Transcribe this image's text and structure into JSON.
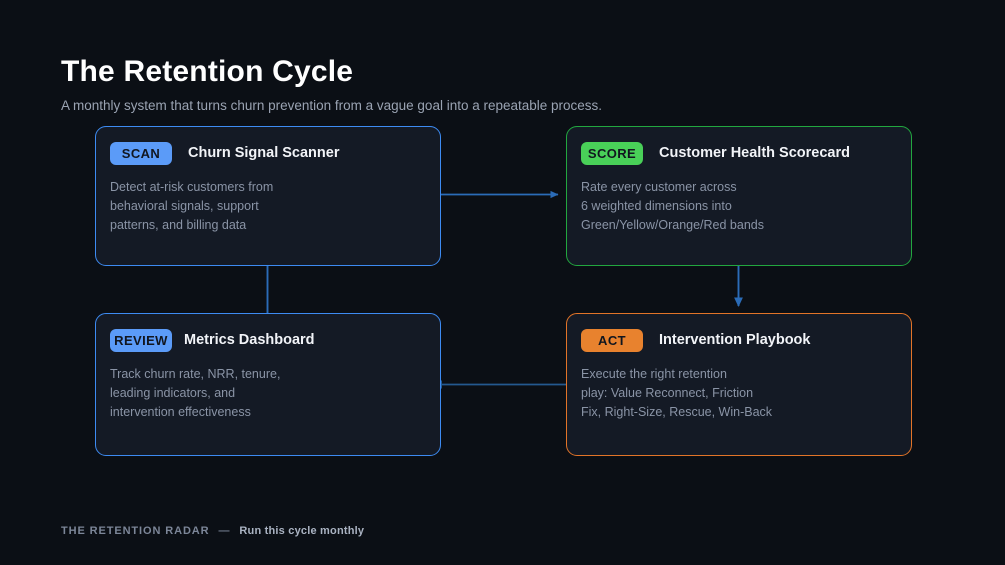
{
  "header": {
    "title": "The Retention Cycle",
    "subtitle": "A monthly system that turns churn prevention from a vague goal into a repeatable process."
  },
  "cards": [
    {
      "id": "scan",
      "badge": "SCAN",
      "title": "Churn Signal Scanner",
      "body": "Detect at-risk customers from\nbehavioral signals, support\npatterns, and billing data",
      "accent": "#3d8bf2",
      "badge_color": "#5b9bf8"
    },
    {
      "id": "score",
      "badge": "SCORE",
      "title": "Customer Health Scorecard",
      "body": "Rate every customer across\n6 weighted dimensions into\nGreen/Yellow/Orange/Red bands",
      "accent": "#22a73f",
      "badge_color": "#49d058"
    },
    {
      "id": "review",
      "badge": "REVIEW",
      "title": "Metrics Dashboard",
      "body": "Track churn rate, NRR, tenure,\nleading indicators, and\nintervention effectiveness",
      "accent": "#3d8bf2",
      "badge_color": "#5b9bf8"
    },
    {
      "id": "act",
      "badge": "ACT",
      "title": "Intervention Playbook",
      "body": "Execute the right retention\nplay: Value Reconnect, Friction\nFix, Right-Size, Rescue, Win-Back",
      "accent": "#e27428",
      "badge_color": "#e8822e"
    }
  ],
  "connectors": [
    {
      "from": "scan",
      "to": "score",
      "direction": "right"
    },
    {
      "from": "score",
      "to": "act",
      "direction": "down"
    },
    {
      "from": "act",
      "to": "review",
      "direction": "left"
    },
    {
      "from": "review",
      "to": "scan",
      "direction": "up"
    }
  ],
  "footer": {
    "brand": "THE RETENTION RADAR",
    "dash": "—",
    "note": "Run this cycle monthly"
  },
  "theme": {
    "background": "#0b0f15",
    "card_background": "#141a25",
    "connector_color": "#2b6cb8",
    "title_color": "#ffffff",
    "body_color": "#8a94a6"
  }
}
